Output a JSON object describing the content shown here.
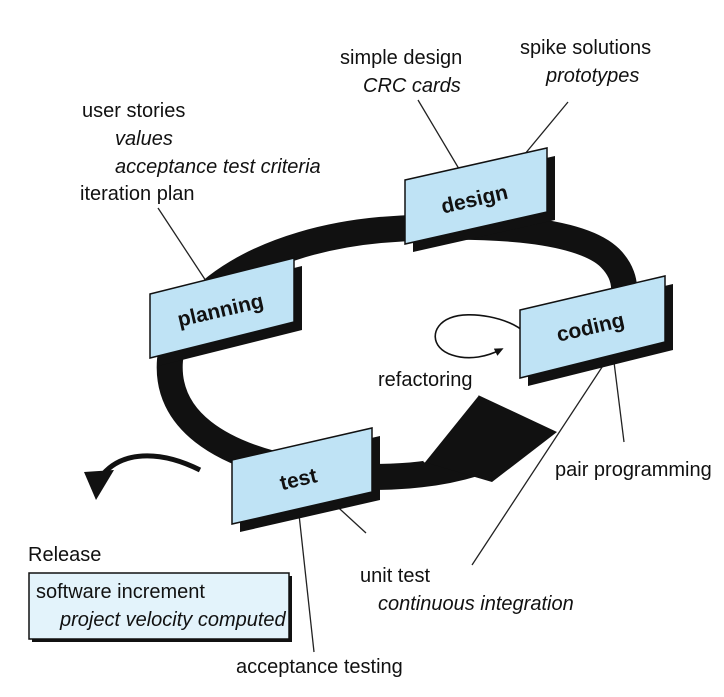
{
  "colors": {
    "box_fill": "#bfe3f5",
    "box_stroke": "#111111",
    "cycle": "#111111",
    "release_fill": "#e3f3fb"
  },
  "stages": {
    "planning": "planning",
    "design": "design",
    "coding": "coding",
    "test": "test"
  },
  "planning_notes": {
    "line1": "user stories",
    "line2": "values",
    "line3": "acceptance test criteria",
    "line4": "iteration plan"
  },
  "design_notes": {
    "simple_design": "simple design",
    "crc_cards": "CRC cards",
    "spike_solutions": "spike solutions",
    "prototypes": "prototypes"
  },
  "coding_notes": {
    "refactoring": "refactoring",
    "pair_programming": "pair programming"
  },
  "test_notes": {
    "unit_test": "unit test",
    "continuous_integration": "continuous integration",
    "acceptance_testing": "acceptance testing"
  },
  "release": {
    "title": "Release",
    "line1": "software increment",
    "line2": "project velocity computed"
  }
}
